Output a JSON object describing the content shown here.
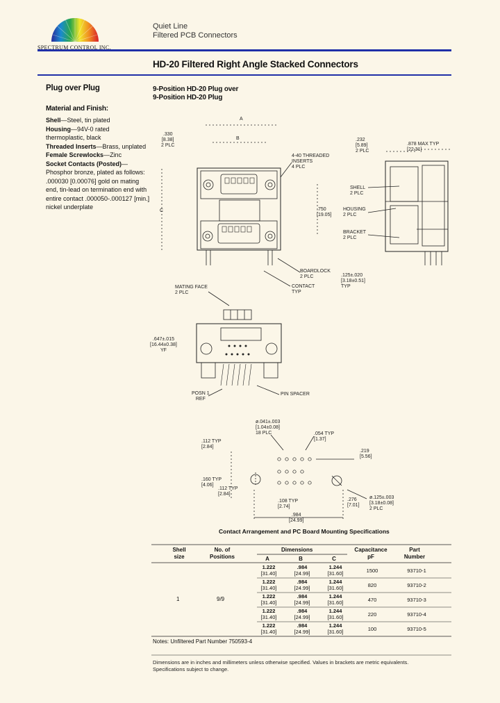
{
  "logo": {
    "company": "SPECTRUM CONTROL INC."
  },
  "header": {
    "line1": "Quiet Line",
    "line2": "Filtered PCB Connectors"
  },
  "title": "HD-20 Filtered Right Angle Stacked Connectors",
  "left": {
    "heading": "Plug over Plug",
    "material_heading": "Material and Finish:",
    "shell_label": "Shell",
    "shell_value": "—Steel, tin plated",
    "housing_label": "Housing",
    "housing_value": "—94V-0 rated thermoplastic, black",
    "inserts_label": "Threaded Inserts",
    "inserts_value": "—Brass, unplated",
    "screwlocks_label": "Female Screwlocks",
    "screwlocks_value": "—Zinc",
    "contacts_label": "Socket Contacts (Posted)",
    "contacts_value": "—Phosphor bronze, plated as follows: .000030 [0.00076] gold on mating end, tin-lead on termination end with entire contact .000050-.000127 [min.] nickel underplate"
  },
  "figure": {
    "subtitle_line1": "9-Position HD-20 Plug over",
    "subtitle_line2": "9-Position HD-20 Plug",
    "labels": {
      "A": "A",
      "B": "B",
      "C": "C",
      "d330": ".330",
      "d330mm": "[8.38]",
      "plc2a": "2 PLC",
      "threaded1": "4-40 THREADED",
      "threaded2": "INSERTS",
      "threaded3": "4 PLC",
      "d750": ".750",
      "d750mm": "[19.05]",
      "boardlock1": "BOARDLOCK",
      "boardlock2": "2 PLC",
      "contact1": "CONTACT",
      "contact2": "TYP",
      "mating1": "MATING FACE",
      "mating2": "2 PLC",
      "d232": ".232",
      "d232mm": "[5.89]",
      "plc2b": "2 PLC",
      "d878": ".878 MAX TYP",
      "d878mm": "[22.31]",
      "shell1": "SHELL",
      "shell2": "2 PLC",
      "housing1": "HOUSING",
      "housing2": "2 PLC",
      "bracket1": "BRACKET",
      "bracket2": "2 PLC",
      "d125": ".125±.020",
      "d125mm": "[3.18±0.51]",
      "typ": "TYP",
      "d647": ".647±.015",
      "d647mm": "[16.44±0.38]",
      "yf": "YF",
      "posn1": "POSN 1",
      "posn2": "REF",
      "pinspacer": "PIN SPACER",
      "hole1": "ø.041±.003",
      "hole2": "[1.04±0.08]",
      "hole3": "18 PLC",
      "d054": ".054 TYP",
      "d054mm": "[1.37]",
      "d112a": ".112 TYP",
      "d112amm": "[2.84]",
      "d219": ".219",
      "d219mm": "[5.56]",
      "d160": ".160 TYP",
      "d160mm": "[4.06]",
      "d112b": ".112 TYP",
      "d112bmm": "[2.84]",
      "d108": ".108 TYP",
      "d108mm": "[2.74]",
      "d276": ".276",
      "d276mm": "[7.01]",
      "d125h1": "ø.125±.003",
      "d125h2": "[3.18±0.08]",
      "d125h3": "2 PLC",
      "d984": ".984",
      "d984mm": "[24.99]"
    }
  },
  "table": {
    "caption": "Contact Arrangement and PC Board Mounting Specifications",
    "h_shell": [
      "Shell",
      "size"
    ],
    "h_positions": [
      "No. of",
      "Positions"
    ],
    "h_dimensions": "Dimensions",
    "h_cap": [
      "Capacitance",
      "pF"
    ],
    "h_part": [
      "Part",
      "Number"
    ],
    "h_a": "A",
    "h_b": "B",
    "h_c": "C",
    "shell_value": "1",
    "positions_value": "9/9",
    "rows": [
      {
        "a": "1.222",
        "a_mm": "[31.40]",
        "b": ".984",
        "b_mm": "[24.99]",
        "c": "1.244",
        "c_mm": "[31.60]",
        "cap": "1500",
        "part": "93710-1"
      },
      {
        "a": "1.222",
        "a_mm": "[31.40]",
        "b": ".984",
        "b_mm": "[24.99]",
        "c": "1.244",
        "c_mm": "[31.60]",
        "cap": "820",
        "part": "93710-2"
      },
      {
        "a": "1.222",
        "a_mm": "[31.40]",
        "b": ".984",
        "b_mm": "[24.99]",
        "c": "1.244",
        "c_mm": "[31.60]",
        "cap": "470",
        "part": "93710-3"
      },
      {
        "a": "1.222",
        "a_mm": "[31.40]",
        "b": ".984",
        "b_mm": "[24.99]",
        "c": "1.244",
        "c_mm": "[31.60]",
        "cap": "220",
        "part": "93710-4"
      },
      {
        "a": "1.222",
        "a_mm": "[31.40]",
        "b": ".984",
        "b_mm": "[24.99]",
        "c": "1.244",
        "c_mm": "[31.60]",
        "cap": "100",
        "part": "93710-5"
      }
    ],
    "notes": "Notes: Unfiltered Part Number 750593-4"
  },
  "footer": {
    "line1": "Dimensions are in inches and millimeters unless otherwise specified. Values in brackets are metric equivalents.",
    "line2": "Specifications subject to change."
  }
}
